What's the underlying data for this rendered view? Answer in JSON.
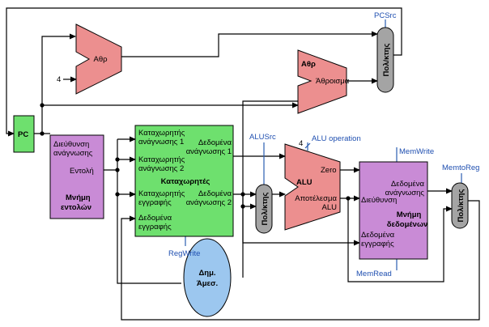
{
  "blocks": {
    "pc": "PC",
    "instr_mem": {
      "addr_line1": "Διεύθυνση",
      "addr_line2": "ανάγνωσης",
      "instr": "Εντολή",
      "title_line1": "Μνήμη",
      "title_line2": "εντολών"
    },
    "registers": {
      "rr1_line1": "Καταχωρητής",
      "rr1_line2": "ανάγνωσης 1",
      "rr2_line1": "Καταχωρητής",
      "rr2_line2": "ανάγνωσης 2",
      "wr_line1": "Καταχωρητής",
      "wr_line2": "εγγραφής",
      "wd_line1": "Δεδομένα",
      "wd_line2": "εγγραφής",
      "rd1_line1": "Δεδομένα",
      "rd1_line2": "ανάγνωσης 1",
      "rd2_line1": "Δεδομένα",
      "rd2_line2": "ανάγνωσης 2",
      "title": "Καταχωρητές"
    },
    "sign_ext": {
      "line1": "Δημ.",
      "line2": "Άμεσ."
    },
    "adder_pc": "Αθρ",
    "adder_branch": {
      "title": "Αθρ",
      "out": "Άθροισμα"
    },
    "alu": {
      "title": "ALU",
      "zero": "Zero",
      "result_line1": "Αποτέλεσμα",
      "result_line2": "ALU"
    },
    "data_mem": {
      "addr": "Διεύθυνση",
      "rd_line1": "Δεδομένα",
      "rd_line2": "ανάγνωσης",
      "wd_line1": "Δεδομένα",
      "wd_line2": "εγγραφής",
      "title_line1": "Μνήμη",
      "title_line2": "δεδομένων"
    },
    "mux": "Πολ/κτης",
    "const_four": "4",
    "alu_op_bits": "4"
  },
  "signals": {
    "pcsrc": "PCSrc",
    "alusrc": "ALUSrc",
    "alu_operation": "ALU operation",
    "memwrite": "MemWrite",
    "memtoreg": "MemtoReg",
    "regwrite": "RegWrite",
    "memread": "MemRead"
  },
  "colors": {
    "green": "#6ee06e",
    "purple": "#c98bd6",
    "salmon": "#ec8f8f",
    "blue": "#9cc7ef",
    "mux_gray": "#a4a4a4",
    "control_blue": "#1f4fb0"
  }
}
